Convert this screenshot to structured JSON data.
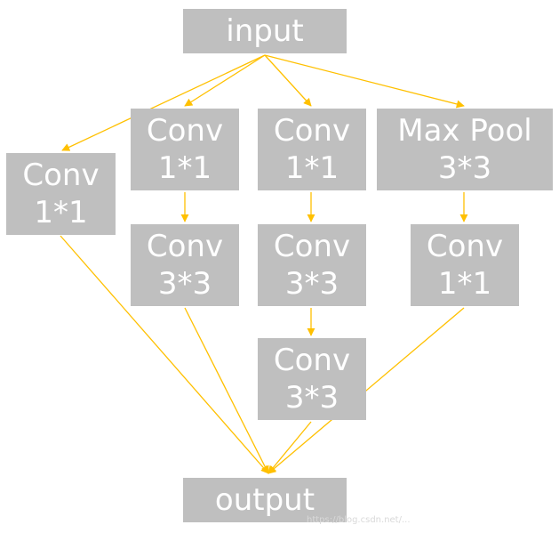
{
  "colors": {
    "box_fill": "#bfbfbf",
    "box_text": "#ffffff",
    "arrow": "#ffc000"
  },
  "nodes": {
    "input": {
      "lines": [
        "input"
      ]
    },
    "output": {
      "lines": [
        "output"
      ]
    },
    "branch1_conv1x1": {
      "lines": [
        "Conv",
        "1*1"
      ]
    },
    "branch2_conv1x1": {
      "lines": [
        "Conv",
        "1*1"
      ]
    },
    "branch2_conv3x3": {
      "lines": [
        "Conv",
        "3*3"
      ]
    },
    "branch3_conv1x1": {
      "lines": [
        "Conv",
        "1*1"
      ]
    },
    "branch3_conv3x3_a": {
      "lines": [
        "Conv",
        "3*3"
      ]
    },
    "branch3_conv3x3_b": {
      "lines": [
        "Conv",
        "3*3"
      ]
    },
    "branch4_maxpool": {
      "lines": [
        "Max Pool",
        "3*3"
      ]
    },
    "branch4_conv1x1": {
      "lines": [
        "Conv",
        "1*1"
      ]
    }
  },
  "edges": [
    [
      "input",
      "branch1_conv1x1"
    ],
    [
      "input",
      "branch2_conv1x1"
    ],
    [
      "input",
      "branch3_conv1x1"
    ],
    [
      "input",
      "branch4_maxpool"
    ],
    [
      "branch2_conv1x1",
      "branch2_conv3x3"
    ],
    [
      "branch3_conv1x1",
      "branch3_conv3x3_a"
    ],
    [
      "branch3_conv3x3_a",
      "branch3_conv3x3_b"
    ],
    [
      "branch4_maxpool",
      "branch4_conv1x1"
    ],
    [
      "branch1_conv1x1",
      "output"
    ],
    [
      "branch2_conv3x3",
      "output"
    ],
    [
      "branch3_conv3x3_b",
      "output"
    ],
    [
      "branch4_conv1x1",
      "output"
    ]
  ],
  "watermark": "https://blog.csdn.net/..."
}
